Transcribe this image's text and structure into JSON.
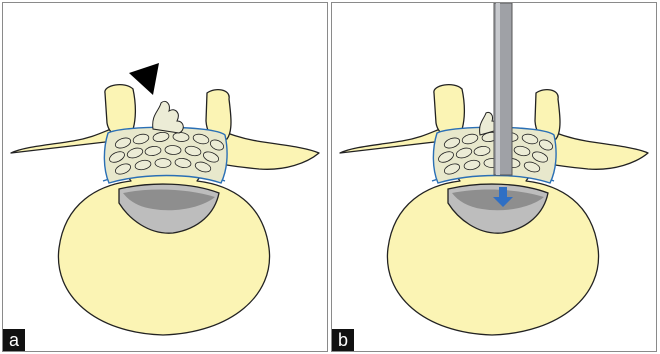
{
  "panels": [
    {
      "label": "a"
    },
    {
      "label": "b"
    }
  ],
  "colors": {
    "bone": "#fbf4b4",
    "outline": "#222222",
    "canal": "#bdbdbd",
    "canal_shadow": "#8e8e8e",
    "graft_fill": "#e8e8cc",
    "cage_line": "#2a6fb5",
    "instrument": "#9fa1a6",
    "arrow": "#2f6fc4",
    "arrowhead_marker": "#000000"
  },
  "icons": {
    "panel_a_marker": "arrowhead-pointer",
    "panel_b_motion": "down-arrow"
  }
}
